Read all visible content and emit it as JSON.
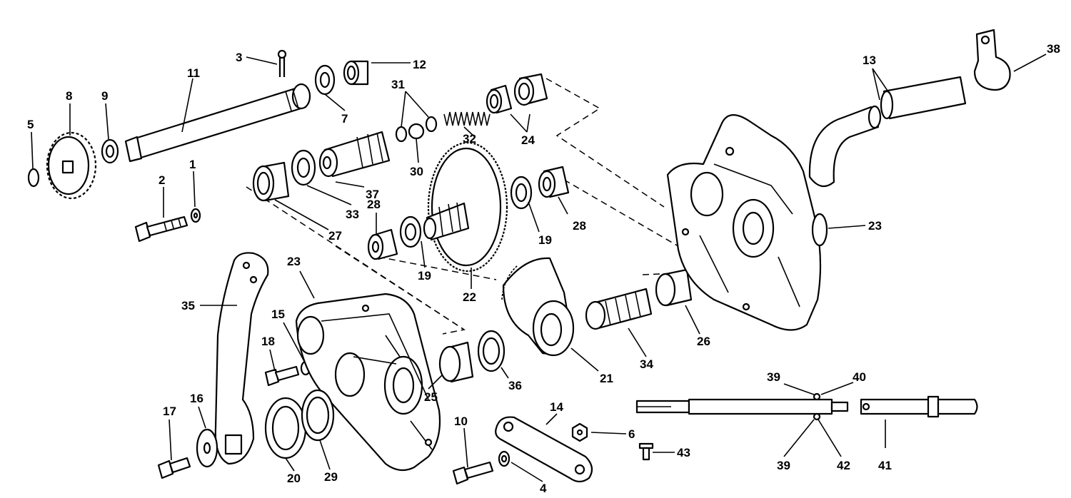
{
  "diagram": {
    "labels": {
      "l1": "1",
      "l2": "2",
      "l3": "3",
      "l4": "4",
      "l5": "5",
      "l6": "6",
      "l7": "7",
      "l8": "8",
      "l9": "9",
      "l10": "10",
      "l11": "11",
      "l12": "12",
      "l13": "13",
      "l14": "14",
      "l15": "15",
      "l16": "16",
      "l17": "17",
      "l18": "18",
      "l19a": "19",
      "l19b": "19",
      "l20": "20",
      "l21": "21",
      "l22": "22",
      "l23a": "23",
      "l23b": "23",
      "l24": "24",
      "l25": "25",
      "l26": "26",
      "l27": "27",
      "l28a": "28",
      "l28b": "28",
      "l29": "29",
      "l30": "30",
      "l31": "31",
      "l32": "32",
      "l33": "33",
      "l34": "34",
      "l35": "35",
      "l36": "36",
      "l37": "37",
      "l38": "38",
      "l39a": "39",
      "l39b": "39",
      "l40": "40",
      "l41": "41",
      "l42": "42",
      "l43": "43"
    }
  }
}
